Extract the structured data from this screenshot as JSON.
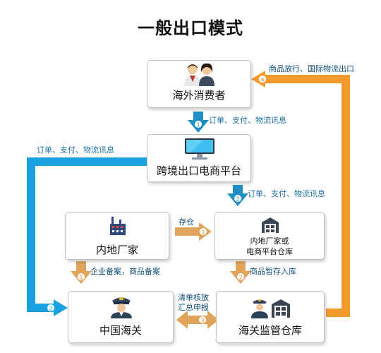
{
  "title": "一般出口模式",
  "nodes": {
    "consumer": {
      "label": "海外消费者",
      "icon": "people-icon"
    },
    "platform": {
      "label": "跨境出口电商平台",
      "icon": "monitor-icon"
    },
    "factory": {
      "label": "内地厂家",
      "icon": "factory-icon"
    },
    "warehouse": {
      "label_line1": "内地厂家或",
      "label_line2": "电商平台仓库",
      "icon": "warehouse-icon"
    },
    "customs": {
      "label": "中国海关",
      "icon": "customs-officer-icon"
    },
    "bonded": {
      "label": "海关监管仓库",
      "icon": "officer-warehouse-icon"
    }
  },
  "flows": {
    "consumer_to_platform": {
      "label": "订单、支付、物流讯息",
      "step": "1"
    },
    "platform_to_warehouse": {
      "label": "订单、支付、物流讯息",
      "step": "2"
    },
    "platform_to_customs": {
      "label": "订单、支付、物流讯息",
      "step": "2"
    },
    "factory_to_warehouse": {
      "label": "存仓",
      "step": "1"
    },
    "factory_to_customs": {
      "label": "企业备案，商品备案",
      "step": "1"
    },
    "warehouse_to_bonded": {
      "label": "商品暂存入库",
      "step": "2"
    },
    "customs_bonded": {
      "label_line1": "清单核放",
      "label_line2": "汇总申报",
      "step": "3"
    },
    "bonded_to_consumer": {
      "label": "商品放行、国际物流出口",
      "step": "4"
    }
  },
  "colors": {
    "blue": "#1aa3e0",
    "orange": "#f39a2c",
    "tan": "#e0a45a",
    "text_blue": "#1a6fa0"
  }
}
